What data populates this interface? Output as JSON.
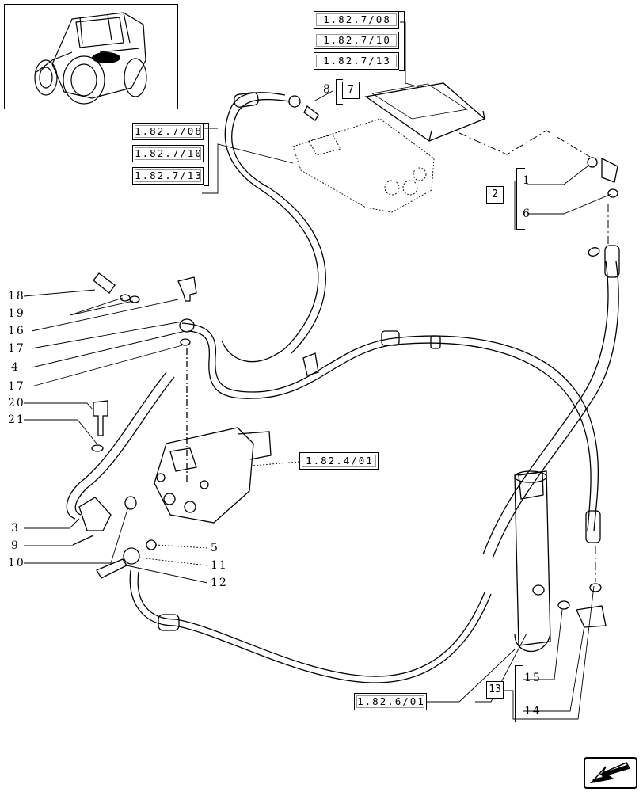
{
  "references": {
    "top_group": [
      "1.82.7/08",
      "1.82.7/10",
      "1.82.7/13"
    ],
    "left_group": [
      "1.82.7/08",
      "1.82.7/10",
      "1.82.7/13"
    ],
    "valve": "1.82.4/01",
    "cylinder": "1.82.6/01"
  },
  "boxed_numbers": {
    "b7": "7",
    "b2": "2",
    "b13": "13"
  },
  "callouts": {
    "c1": "1",
    "c6": "6",
    "c8": "8",
    "c18": "18",
    "c19": "19",
    "c16": "16",
    "c17a": "17",
    "c4": "4",
    "c17b": "17",
    "c20": "20",
    "c21": "21",
    "c3": "3",
    "c9": "9",
    "c10": "10",
    "c5": "5",
    "c11": "11",
    "c12": "12",
    "c15": "15",
    "c14": "14"
  },
  "icons": {
    "thumbnail": "tractor-thumbnail-icon",
    "nav": "next-page-arrow-icon"
  }
}
